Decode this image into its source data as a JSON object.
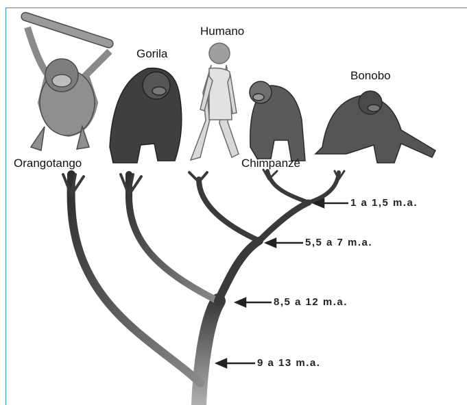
{
  "species": {
    "orangotango": "Orangotango",
    "gorila": "Gorila",
    "humano": "Humano",
    "chimpanze": "Chimpanzé",
    "bonobo": "Bonobo"
  },
  "divergence_times": {
    "chimp_bonobo": "1 a 1,5 m.a.",
    "human_chimp": "5,5 a 7 m.a.",
    "gorilla": "8,5 a 12 m.a.",
    "orangutan": "9 a 13 m.a."
  },
  "colors": {
    "frame_accent": "#2f8fd8",
    "branch_dark": "#3a3a3a",
    "branch_light": "#9a9a9a",
    "figure_gray": "#5a5a5a"
  }
}
